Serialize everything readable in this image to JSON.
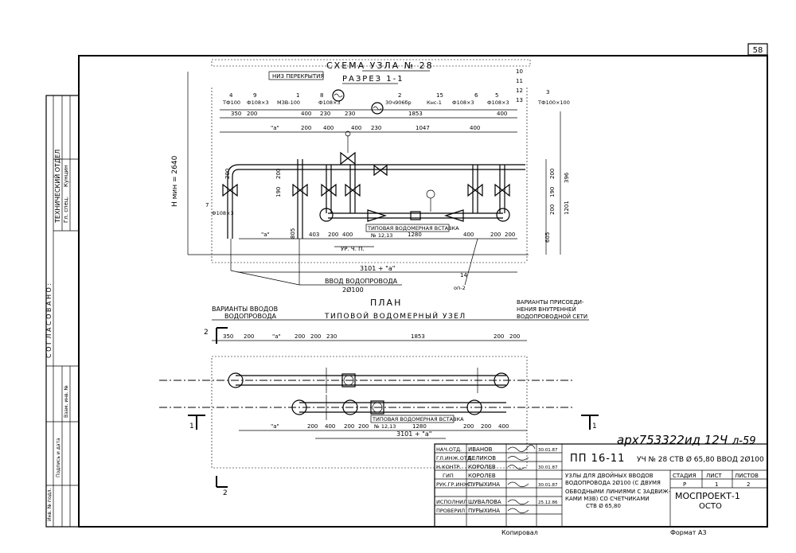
{
  "sheet": {
    "page_number": "58",
    "handwritten_ref": "арх753322ид 12Ч",
    "handwritten_ref2": "л-59",
    "copied": "Копировал",
    "format": "Формат А3"
  },
  "side_stamp": {
    "agreed": "С О Г Л А С О В А Н О :",
    "dept": "ТЕХНИЧЕСКИЙ ОТДЕЛ",
    "spec_role": "Гл. спец.",
    "spec_name": "Кунцин",
    "bottom_cols": [
      "Инв. № подл.",
      "Подпись и дата",
      "Взам. инв. №"
    ]
  },
  "section": {
    "title": "СХЕМА УЗЛА № 28",
    "subtitle": "РАЗРЕЗ 1-1",
    "floor_note": "НИЗ ПЕРЕКРЫТИЯ",
    "vert_dim": "Н мин = 2640",
    "insert_label": "ТИПОВАЯ ВОДОМЕРНАЯ ВСТАВКА",
    "insert_ref": "№ 12,13",
    "floor_level": "УР. Ч. П.",
    "inlet_label": "ВВОД ВОДОПРОВОДА",
    "inlet_size": "2Ø100",
    "total_dim": "3101 + \"а\"",
    "callouts": [
      "4",
      "9",
      "1",
      "8",
      "2",
      "15",
      "6",
      "5",
      "3",
      "7",
      "14",
      "10",
      "11",
      "12",
      "13"
    ],
    "part_labels": [
      "ТФ100",
      "Ф108×3",
      "МЗВ-100",
      "Ф108×3",
      "30ч906бр",
      "Кнс-1",
      "Ф108×3",
      "Ф108×3",
      "ТФ100×100",
      "Ф108×3",
      "оп-2"
    ],
    "top_dims": [
      "350",
      "200",
      "\"а\"",
      "400",
      "230",
      "1853",
      "1047",
      "400",
      "200",
      "400",
      "230",
      "400",
      "400",
      "230"
    ],
    "bottom_dims": [
      "\"а\"",
      "403",
      "200",
      "400",
      "1280",
      "400",
      "200",
      "200"
    ],
    "right_dims": [
      "396",
      "200",
      "190",
      "200",
      "1201",
      "605",
      "805",
      "200",
      "190",
      "200"
    ]
  },
  "plan": {
    "title": "ПЛАН",
    "left_caption_1": "ВАРИАНТЫ ВВОДОВ",
    "left_caption_2": "ВОДОПРОВОДА",
    "center_caption": "ТИПОВОЙ ВОДОМЕРНЫЙ УЗЕЛ",
    "right_caption_1": "ВАРИАНТЫ ПРИСОЕДИ-",
    "right_caption_2": "НЕНИЯ ВНУТРЕННЕЙ",
    "right_caption_3": "ВОДОПРОВОДНОЙ СЕТИ",
    "insert_label": "ТИПОВАЯ ВОДОМЕРНАЯ ВСТАВКА",
    "insert_ref": "№ 12,13",
    "top_dims": [
      "350",
      "200",
      "\"а\"",
      "200",
      "200",
      "230",
      "1853",
      "200",
      "200"
    ],
    "bottom_dims": [
      "\"а\"",
      "200",
      "400",
      "200",
      "200",
      "1280",
      "200",
      "200",
      "400"
    ],
    "total_dim": "3101 + \"а\"",
    "cut_labels": [
      "1",
      "1",
      "2",
      "2"
    ]
  },
  "title_block": {
    "roles": [
      "НАЧ.ОТД.",
      "ГЛ.ИНЖ.ОТД.",
      "Н.КОНТР.",
      "ГИП",
      "РУК.ГР.ИНЖ.",
      "",
      "ИСПОЛНИЛ",
      "ПРОВЕРИЛ"
    ],
    "names": [
      "ИВАНОВ",
      "БЕЛИКОВ",
      "КОРОЛЕВ",
      "КОРОЛЕВ",
      "ПУРЫХИНА",
      "",
      "ШУВАЛОВА",
      "ПУРЫХИНА"
    ],
    "dates": [
      "30.01.87",
      "",
      "30.01.87",
      "",
      "30.01.87",
      "",
      "25.12.86",
      ""
    ],
    "doc_code": "ПП 16-11",
    "node_title": "УЧ № 28 СТВ Ø 65,80 ВВОД 2Ø100",
    "desc_1": "УЗЛЫ ДЛЯ ДВОЙНЫХ ВВОДОВ",
    "desc_2": "ВОДОПРОВОДА 2Ø100 (С ДВУМЯ",
    "desc_3": "ОБВОДНЫМИ ЛИНИЯМИ С ЗАДВИЖ-",
    "desc_4": "КАМИ МЗВ) СО СЧЕТЧИКАМИ",
    "desc_5": "СТВ Ø 65,80",
    "stage_label": "СТАДИЯ",
    "sheet_label": "ЛИСТ",
    "sheets_label": "ЛИСТОВ",
    "stage": "Р",
    "sheet": "1",
    "sheets": "2",
    "org_1": "МОСПРОЕКТ-1",
    "org_2": "ОСТО"
  }
}
